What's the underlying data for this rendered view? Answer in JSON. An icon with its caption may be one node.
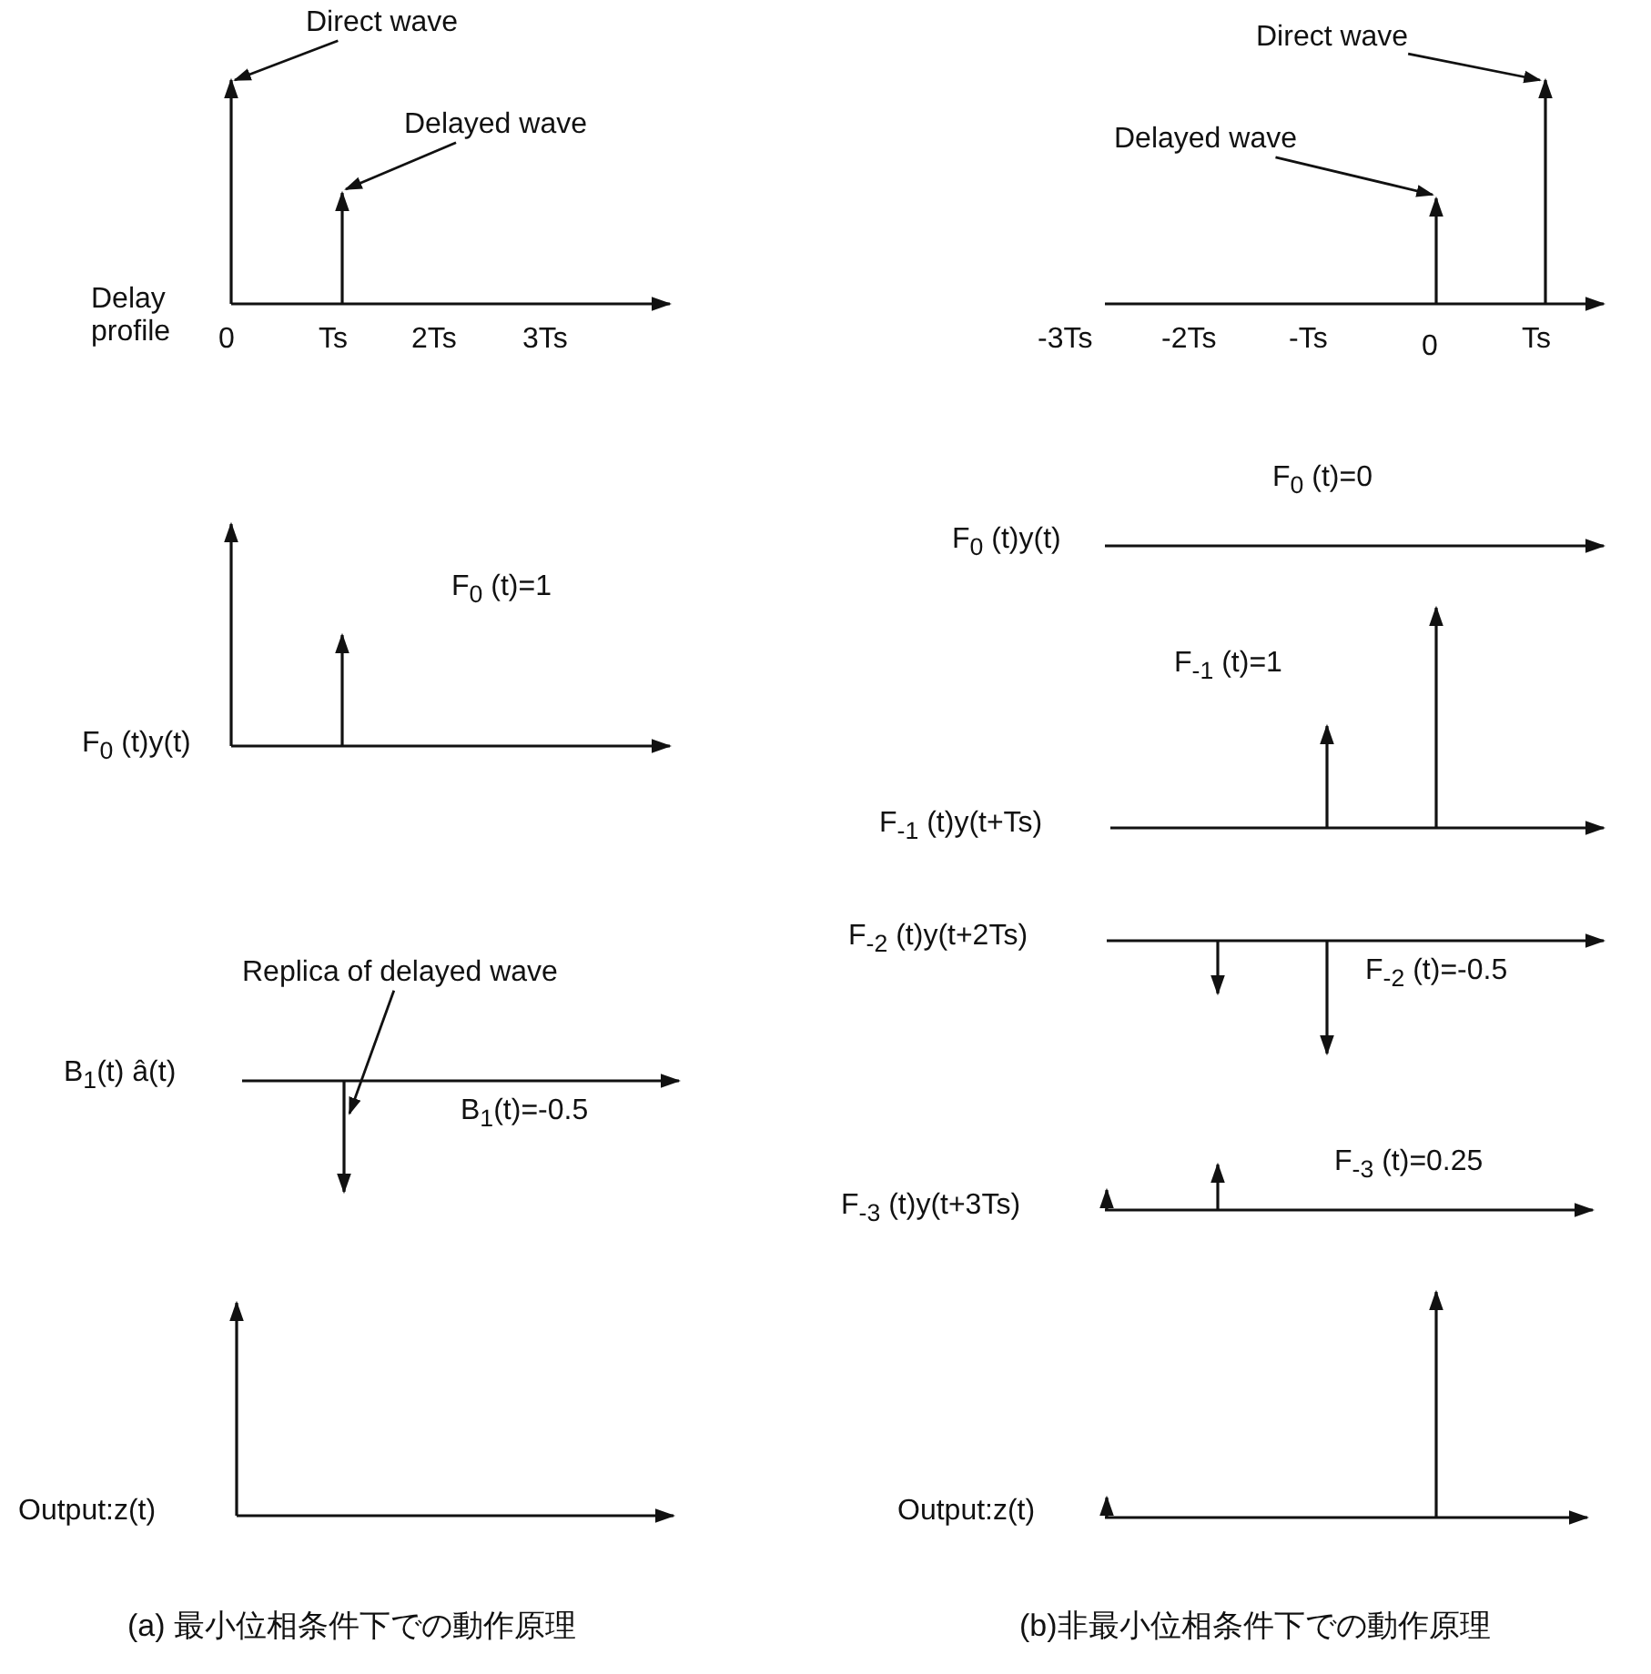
{
  "diagram": {
    "nodes": [
      {
        "text": [
          "Direct wave"
        ]
      },
      {
        "text": [
          "Delayed wave"
        ]
      },
      {
        "text": [
          "Replica of delayed wave"
        ]
      },
      {
        "text": [
          "Direct wave"
        ]
      },
      {
        "text": [
          "Delayed wave"
        ]
      }
    ],
    "edges": [
      {
        "from": 0,
        "to": null,
        "arrow": "to"
      },
      {
        "from": 1,
        "to": null,
        "arrow": "to"
      },
      {
        "from": 2,
        "to": null,
        "arrow": "to"
      },
      {
        "from": 3,
        "to": null,
        "arrow": "to"
      },
      {
        "from": 4,
        "to": null,
        "arrow": "to"
      }
    ],
    "labels": [
      "Delay profile",
      "0",
      "Ts",
      "2Ts",
      "3Ts",
      "F$_{0}$ (t)=1",
      "F$_{0}$ (t)y(t)",
      "B$_{1}$(t) â(t)",
      "B$_{1}$(t)=-0.5",
      "Output:z(t)",
      "(a) 最小位相条件下での動作原理",
      "-3Ts",
      "-2Ts",
      "-Ts",
      "0",
      "Ts",
      "F$_{0}$ (t)=0",
      "F$_{0}$ (t)y(t)",
      "F$_{-1}$ (t)=1",
      "F$_{-1}$ (t)y(t+Ts)",
      "F$_{-2}$ (t)y(t+2Ts)",
      "F$_{-2}$ (t)=-0.5",
      "F$_{-3}$ (t)=0.25",
      "F$_{-3}$ (t)y(t+3Ts)",
      "Output:z(t)",
      "(b)非最小位相条件下での動作原理"
    ]
  }
}
